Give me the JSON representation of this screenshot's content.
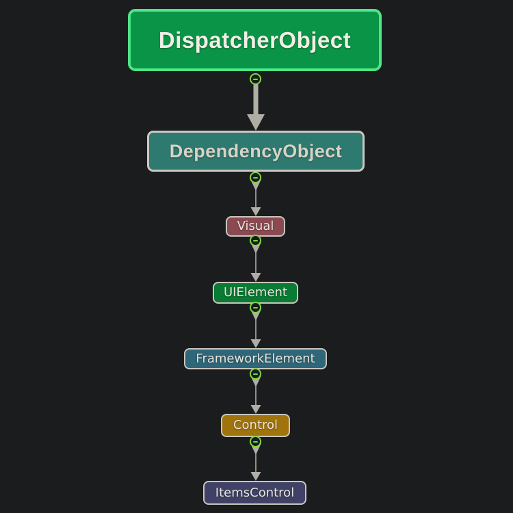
{
  "diagram": {
    "background": "#1a1c1e",
    "arrow_color": "#b0ada5",
    "expander": {
      "icon": "minus-circle",
      "color": "#7bd93f"
    },
    "nodes": [
      {
        "label": "DispatcherObject",
        "fill": "#0a9448",
        "border_color": "#4ee687",
        "text_color": "#f1eee4"
      },
      {
        "label": "DependencyObject",
        "fill": "#2f7a70",
        "border_color": "#cbc8bf",
        "text_color": "#d7d3c6"
      },
      {
        "label": "Visual",
        "fill": "#8b4a51",
        "border_color": "#c9c6bd",
        "text_color": "#e9e5da"
      },
      {
        "label": "UIElement",
        "fill": "#097b34",
        "border_color": "#c9c6bd",
        "text_color": "#e9e5da"
      },
      {
        "label": "FrameworkElement",
        "fill": "#2f6679",
        "border_color": "#c9c6bd",
        "text_color": "#e9e5da"
      },
      {
        "label": "Control",
        "fill": "#a1730c",
        "border_color": "#c9c6bd",
        "text_color": "#e9e5da"
      },
      {
        "label": "ItemsControl",
        "fill": "#3f4266",
        "border_color": "#c9c6bd",
        "text_color": "#e9e5da"
      }
    ],
    "edges": [
      {
        "from": "DispatcherObject",
        "to": "DependencyObject",
        "weight": "thick"
      },
      {
        "from": "DependencyObject",
        "to": "Visual",
        "weight": "thin"
      },
      {
        "from": "Visual",
        "to": "UIElement",
        "weight": "thin"
      },
      {
        "from": "UIElement",
        "to": "FrameworkElement",
        "weight": "thin"
      },
      {
        "from": "FrameworkElement",
        "to": "Control",
        "weight": "thin"
      },
      {
        "from": "Control",
        "to": "ItemsControl",
        "weight": "thin"
      }
    ]
  }
}
